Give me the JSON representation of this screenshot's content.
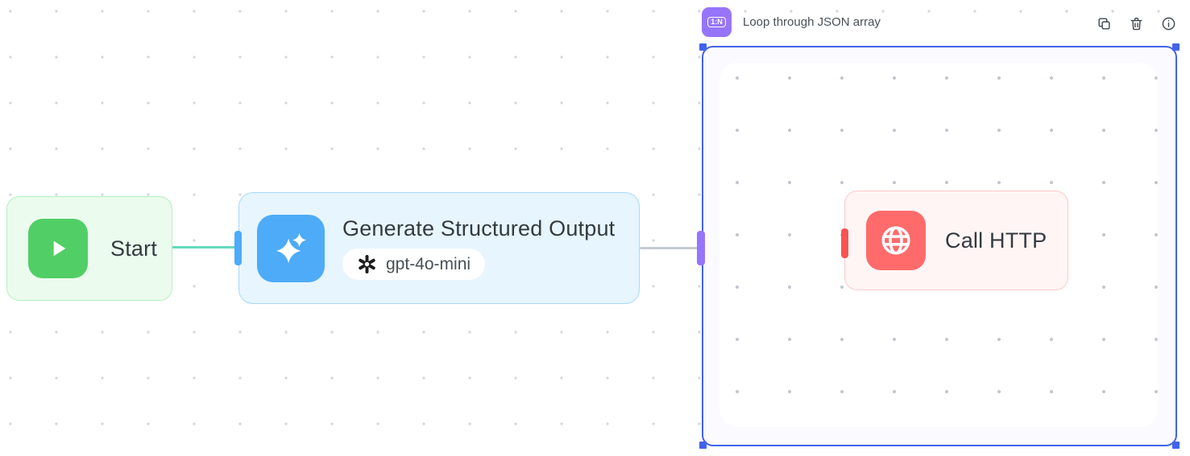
{
  "colors": {
    "dot": "#d3d7dc",
    "inner_dot": "#c3c8d0",
    "green_accent": "#51cf66",
    "green_bg": "#ebfbee",
    "green_border": "#b2f2bb",
    "teal_edge": "#66d9bf",
    "blue_accent": "#4dabf7",
    "blue_bg": "#e7f5ff",
    "blue_border": "#a5d8ff",
    "blue_port": "#4dabf7",
    "gray_edge": "#c6cad1",
    "purple_accent": "#9775fa",
    "indigo_selection": "#4263eb",
    "loop_bg": "#fbfaff",
    "red_accent": "#ff6b6b",
    "red_bg": "#fff5f5",
    "red_border": "#ffc9c9",
    "red_port": "#fa5252",
    "text_primary": "#343a40",
    "text_secondary": "#495057"
  },
  "start_node": {
    "label": "Start",
    "icon": "play-icon"
  },
  "generate_node": {
    "title": "Generate Structured Output",
    "model": "gpt-4o-mini",
    "icon": "sparkles-icon",
    "model_icon": "openai-logo-icon"
  },
  "loop_group": {
    "badge": "1:N",
    "label": "Loop through JSON array",
    "selected": true
  },
  "http_node": {
    "label": "Call HTTP",
    "icon": "globe-icon"
  },
  "toolbar": {
    "buttons": [
      "duplicate",
      "delete",
      "info"
    ]
  }
}
